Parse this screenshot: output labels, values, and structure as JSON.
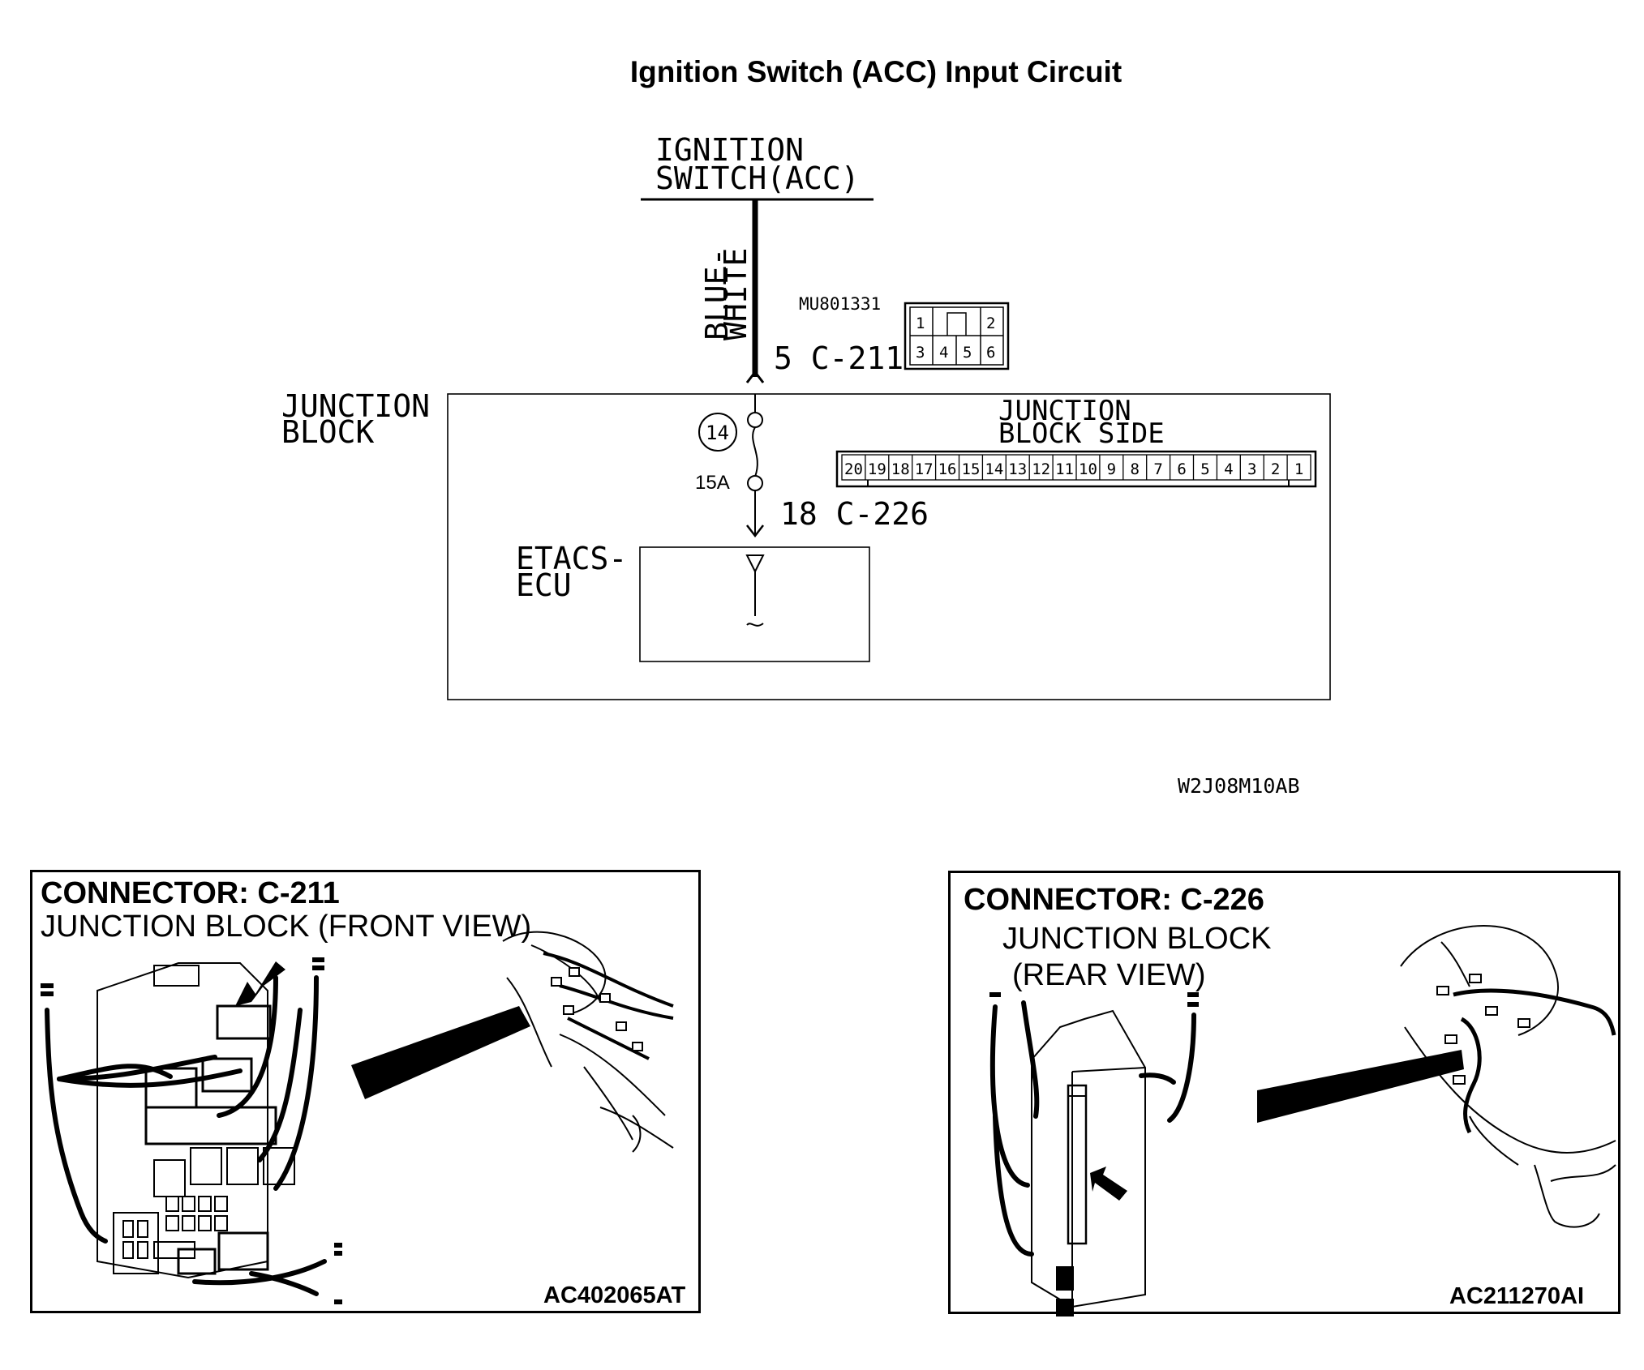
{
  "title": "Ignition Switch (ACC) Input Circuit",
  "schematic": {
    "ignition_switch": [
      "IGNITION",
      "SWITCH(ACC)"
    ],
    "wire_color": [
      "BLUE-",
      "WHITE"
    ],
    "connector_part": "MU801331",
    "c211_pin_label": "5 C-211",
    "c211_pins_top": [
      "1",
      "",
      "2"
    ],
    "c211_pins_bottom": [
      "3",
      "4",
      "5",
      "6"
    ],
    "junction_block_label": [
      "JUNCTION",
      "BLOCK"
    ],
    "fuse_number": "14",
    "fuse_rating": "15A",
    "c226_pin_label": "18 C-226",
    "junction_block_side": [
      "JUNCTION",
      "BLOCK SIDE"
    ],
    "c226_pins": [
      "20",
      "19",
      "18",
      "17",
      "16",
      "15",
      "14",
      "13",
      "12",
      "11",
      "10",
      "9",
      "8",
      "7",
      "6",
      "5",
      "4",
      "3",
      "2",
      "1"
    ],
    "ecu_label": [
      "ETACS-",
      "ECU"
    ],
    "diagram_code": "W2J08M10AB"
  },
  "panel_left": {
    "header": "CONNECTOR: C-211",
    "subtitle": "JUNCTION BLOCK (FRONT VIEW)",
    "code": "AC402065AT"
  },
  "panel_right": {
    "header": "CONNECTOR: C-226",
    "subtitle_line1": "JUNCTION BLOCK",
    "subtitle_line2": "(REAR VIEW)",
    "code": "AC211270AI"
  }
}
